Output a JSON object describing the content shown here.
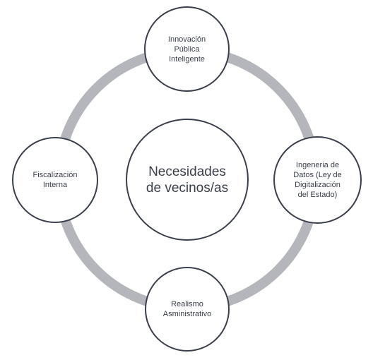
{
  "diagram": {
    "center": {
      "label": "Necesidades\nde vecinos/as"
    },
    "nodes": {
      "top": {
        "label": "Innovación\nPública\nInteligente"
      },
      "right": {
        "label": "Ingeneria de\nDatos (Ley de\nDigitalización\ndel Estado)"
      },
      "bottom": {
        "label": "Realismo\nAsministrativo"
      },
      "left": {
        "label": "Fiscalización\nInterna"
      }
    },
    "colors": {
      "ring": "#b4b6bb",
      "outline": "#3a3f4b",
      "text": "#3a3f4b",
      "fill": "#ffffff"
    }
  }
}
